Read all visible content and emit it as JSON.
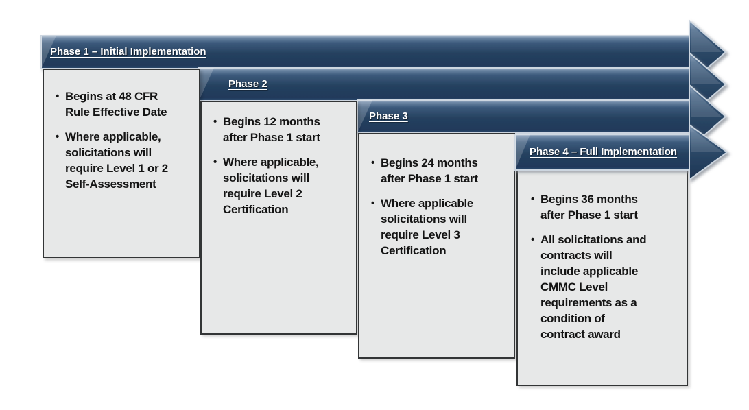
{
  "diagram": {
    "type": "phased-timeline",
    "phase_count": 4
  },
  "colors": {
    "arrow_navy_dark": "#24405f",
    "arrow_navy_mid": "#3c5a7c",
    "arrow_navy_light": "#6d87a5",
    "arrow_outline": "#cdd6e0",
    "box_background": "#e7e8e8",
    "box_border": "#333536",
    "title_text": "#ffffff",
    "bullet_text": "#141414"
  },
  "phases": [
    {
      "title": "Phase 1 – Initial Implementation",
      "bullets": [
        {
          "text": "Begins at 48 CFR\nRule Effective Date"
        },
        {
          "text": "Where applicable,\nsolicitations will\nrequire Level 1 or 2\nSelf-Assessment"
        }
      ]
    },
    {
      "title": "Phase 2",
      "bullets": [
        {
          "text": "Begins 12 months\nafter Phase 1 start"
        },
        {
          "text": "Where applicable,\nsolicitations will\nrequire Level 2\nCertification"
        }
      ]
    },
    {
      "title": "Phase 3",
      "bullets": [
        {
          "text": "Begins 24 months\nafter Phase 1 start"
        },
        {
          "text": "Where applicable\nsolicitations will\nrequire Level 3\nCertification"
        }
      ]
    },
    {
      "title": "Phase 4 – Full Implementation",
      "bullets": [
        {
          "text": "Begins 36 months\nafter Phase 1 start"
        },
        {
          "text": "All solicitations and\ncontracts will\ninclude applicable\nCMMC Level\nrequirements as a\ncondition of\ncontract award"
        }
      ]
    }
  ]
}
